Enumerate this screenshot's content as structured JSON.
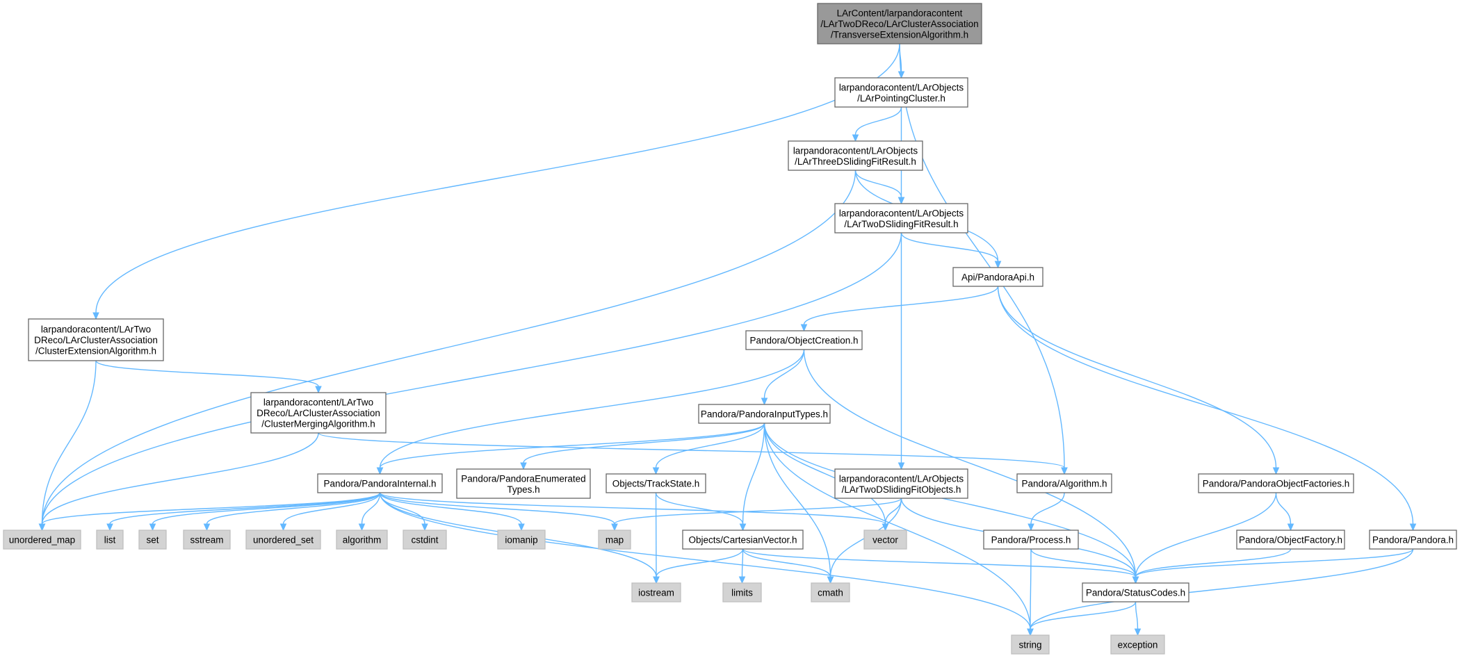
{
  "nodes": {
    "root": [
      "LArContent/larpandoracontent",
      "/LArTwoDReco/LArClusterAssociation",
      "/TransverseExtensionAlgorithm.h"
    ],
    "pointing": [
      "larpandoracontent/LArObjects",
      "/LArPointingCluster.h"
    ],
    "three_d": [
      "larpandoracontent/LArObjects",
      "/LArThreeDSlidingFitResult.h"
    ],
    "two_d": [
      "larpandoracontent/LArObjects",
      "/LArTwoDSlidingFitResult.h"
    ],
    "pandora_api": [
      "Api/PandoraApi.h"
    ],
    "cluster_ext": [
      "larpandoracontent/LArTwo",
      "DReco/LArClusterAssociation",
      "/ClusterExtensionAlgorithm.h"
    ],
    "cluster_merge": [
      "larpandoracontent/LArTwo",
      "DReco/LArClusterAssociation",
      "/ClusterMergingAlgorithm.h"
    ],
    "object_creation": [
      "Pandora/ObjectCreation.h"
    ],
    "input_types": [
      "Pandora/PandoraInputTypes.h"
    ],
    "internal": [
      "Pandora/PandoraInternal.h"
    ],
    "enumerated": [
      "Pandora/PandoraEnumerated",
      "Types.h"
    ],
    "track_state": [
      "Objects/TrackState.h"
    ],
    "fit_objects": [
      "larpandoracontent/LArObjects",
      "/LArTwoDSlidingFitObjects.h"
    ],
    "algorithm_h": [
      "Pandora/Algorithm.h"
    ],
    "object_factories": [
      "Pandora/PandoraObjectFactories.h"
    ],
    "cartesian": [
      "Objects/CartesianVector.h"
    ],
    "process": [
      "Pandora/Process.h"
    ],
    "object_factory": [
      "Pandora/ObjectFactory.h"
    ],
    "pandora_h": [
      "Pandora/Pandora.h"
    ],
    "status_codes": [
      "Pandora/StatusCodes.h"
    ],
    "unordered_map": [
      "unordered_map"
    ],
    "list": [
      "list"
    ],
    "set": [
      "set"
    ],
    "sstream": [
      "sstream"
    ],
    "unordered_set": [
      "unordered_set"
    ],
    "algorithm": [
      "algorithm"
    ],
    "cstdint": [
      "cstdint"
    ],
    "iomanip": [
      "iomanip"
    ],
    "map": [
      "map"
    ],
    "vector": [
      "vector"
    ],
    "iostream": [
      "iostream"
    ],
    "limits": [
      "limits"
    ],
    "cmath": [
      "cmath"
    ],
    "string": [
      "string"
    ],
    "exception": [
      "exception"
    ]
  },
  "edges": [
    [
      "root",
      "pointing"
    ],
    [
      "root",
      "cluster_ext"
    ],
    [
      "root",
      "algorithm_h"
    ],
    [
      "pointing",
      "three_d"
    ],
    [
      "pointing",
      "two_d"
    ],
    [
      "three_d",
      "two_d"
    ],
    [
      "three_d",
      "pandora_api"
    ],
    [
      "three_d",
      "unordered_map"
    ],
    [
      "two_d",
      "pandora_api"
    ],
    [
      "two_d",
      "fit_objects"
    ],
    [
      "two_d",
      "unordered_map"
    ],
    [
      "pandora_api",
      "object_creation"
    ],
    [
      "pandora_api",
      "object_factories"
    ],
    [
      "pandora_api",
      "pandora_h"
    ],
    [
      "cluster_ext",
      "cluster_merge"
    ],
    [
      "cluster_ext",
      "unordered_map"
    ],
    [
      "cluster_merge",
      "algorithm_h"
    ],
    [
      "cluster_merge",
      "unordered_map"
    ],
    [
      "object_creation",
      "input_types"
    ],
    [
      "object_creation",
      "internal"
    ],
    [
      "object_creation",
      "status_codes"
    ],
    [
      "input_types",
      "internal"
    ],
    [
      "input_types",
      "enumerated"
    ],
    [
      "input_types",
      "track_state"
    ],
    [
      "input_types",
      "cartesian"
    ],
    [
      "input_types",
      "vector"
    ],
    [
      "input_types",
      "cmath"
    ],
    [
      "input_types",
      "status_codes"
    ],
    [
      "input_types",
      "string"
    ],
    [
      "internal",
      "unordered_map"
    ],
    [
      "internal",
      "list"
    ],
    [
      "internal",
      "set"
    ],
    [
      "internal",
      "sstream"
    ],
    [
      "internal",
      "unordered_set"
    ],
    [
      "internal",
      "algorithm"
    ],
    [
      "internal",
      "cstdint"
    ],
    [
      "internal",
      "iomanip"
    ],
    [
      "internal",
      "map"
    ],
    [
      "internal",
      "vector"
    ],
    [
      "internal",
      "iostream"
    ],
    [
      "internal",
      "string"
    ],
    [
      "track_state",
      "cartesian"
    ],
    [
      "track_state",
      "iostream"
    ],
    [
      "fit_objects",
      "map"
    ],
    [
      "fit_objects",
      "vector"
    ],
    [
      "fit_objects",
      "cmath"
    ],
    [
      "fit_objects",
      "status_codes"
    ],
    [
      "algorithm_h",
      "process"
    ],
    [
      "object_factories",
      "object_factory"
    ],
    [
      "object_factories",
      "status_codes"
    ],
    [
      "cartesian",
      "iostream"
    ],
    [
      "cartesian",
      "limits"
    ],
    [
      "cartesian",
      "cmath"
    ],
    [
      "cartesian",
      "status_codes"
    ],
    [
      "process",
      "status_codes"
    ],
    [
      "process",
      "string"
    ],
    [
      "object_factory",
      "status_codes"
    ],
    [
      "pandora_h",
      "status_codes"
    ],
    [
      "pandora_h",
      "string"
    ],
    [
      "status_codes",
      "string"
    ],
    [
      "status_codes",
      "exception"
    ]
  ]
}
